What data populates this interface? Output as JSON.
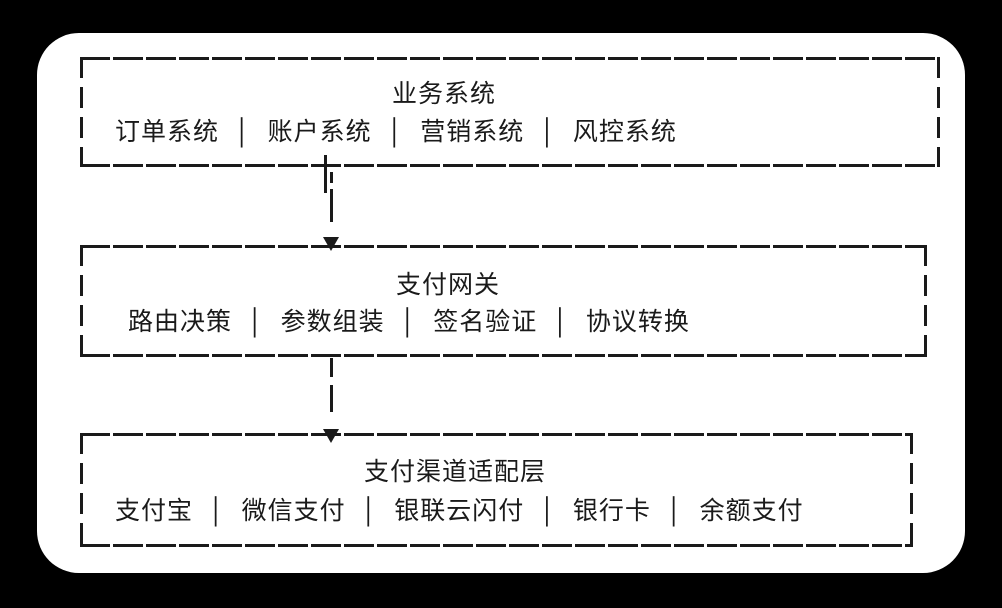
{
  "colors": {
    "background": "#000000",
    "card": "#ffffff",
    "ink": "#1a1a1a"
  },
  "separator": "│",
  "diagram": {
    "layers": [
      {
        "title": "业务系统",
        "items": [
          "订单系统",
          "账户系统",
          "营销系统",
          "风控系统"
        ]
      },
      {
        "title": "支付网关",
        "items": [
          "路由决策",
          "参数组装",
          "签名验证",
          "协议转换"
        ]
      },
      {
        "title": "支付渠道适配层",
        "items": [
          "支付宝",
          "微信支付",
          "银联云闪付",
          "银行卡",
          "余额支付"
        ]
      }
    ]
  }
}
